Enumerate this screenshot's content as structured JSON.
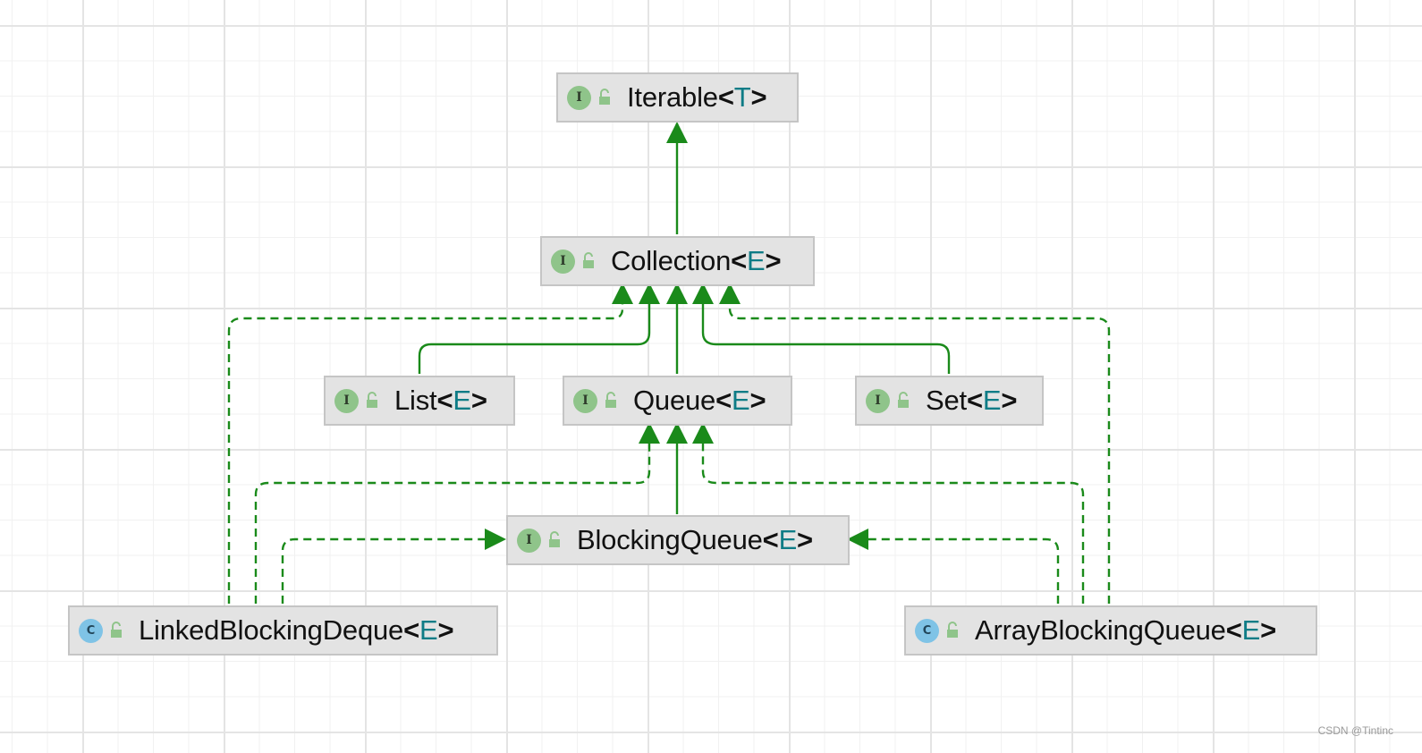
{
  "nodes": {
    "iterable": {
      "kind": "I",
      "name": "Iterable",
      "open": "<",
      "param": "T",
      "close": ">"
    },
    "collection": {
      "kind": "I",
      "name": "Collection",
      "open": "<",
      "param": "E",
      "close": ">"
    },
    "list": {
      "kind": "I",
      "name": "List",
      "open": "<",
      "param": "E",
      "close": ">"
    },
    "queue": {
      "kind": "I",
      "name": "Queue",
      "open": "<",
      "param": "E",
      "close": ">"
    },
    "set": {
      "kind": "I",
      "name": "Set",
      "open": "<",
      "param": "E",
      "close": ">"
    },
    "blocking_queue": {
      "kind": "I",
      "name": "BlockingQueue",
      "open": "<",
      "param": "E",
      "close": ">"
    },
    "linked_blocking_deque": {
      "kind": "C",
      "name": "LinkedBlockingDeque",
      "open": "<",
      "param": "E",
      "close": ">"
    },
    "array_blocking_queue": {
      "kind": "C",
      "name": "ArrayBlockingQueue",
      "open": "<",
      "param": "E",
      "close": ">"
    }
  },
  "edges": [
    {
      "from": "collection",
      "to": "iterable",
      "relation": "extends"
    },
    {
      "from": "list",
      "to": "collection",
      "relation": "extends"
    },
    {
      "from": "queue",
      "to": "collection",
      "relation": "extends"
    },
    {
      "from": "set",
      "to": "collection",
      "relation": "extends"
    },
    {
      "from": "blocking_queue",
      "to": "queue",
      "relation": "extends"
    },
    {
      "from": "linked_blocking_deque",
      "to": "collection",
      "relation": "implements"
    },
    {
      "from": "linked_blocking_deque",
      "to": "queue",
      "relation": "implements"
    },
    {
      "from": "linked_blocking_deque",
      "to": "blocking_queue",
      "relation": "implements"
    },
    {
      "from": "array_blocking_queue",
      "to": "collection",
      "relation": "implements"
    },
    {
      "from": "array_blocking_queue",
      "to": "queue",
      "relation": "implements"
    },
    {
      "from": "array_blocking_queue",
      "to": "blocking_queue",
      "relation": "implements"
    }
  ],
  "colors": {
    "edge": "#1a8a1a",
    "node_fill": "#e3e3e3",
    "node_border": "#c5c5c5",
    "interface_badge": "#8fc48a",
    "class_badge": "#7fc3e6",
    "type_param": "#0e7c86"
  },
  "icons": {
    "node_badge": "interface-or-class-badge-icon",
    "visibility": "open-lock-icon"
  },
  "watermark": "CSDN @Tintinc"
}
